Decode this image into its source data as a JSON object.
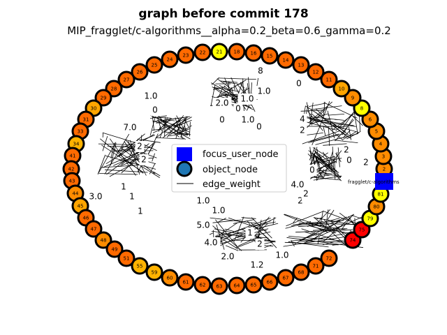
{
  "title": "graph before commit 178",
  "subtitle": "MIP_fragglet/c-algorithms__alpha=0.2_beta=0.6_gamma=0.2",
  "legend": {
    "focus": "focus_user_node",
    "object": "object_node",
    "edge": "edge_weight"
  },
  "colors": {
    "focus_fill": "#0000ff",
    "object_legend_fill": "#1f77b4",
    "ring": "#000000",
    "edge": "#000000"
  },
  "focus_node": {
    "label": "fragglet/c-algorithms"
  },
  "nodes": [
    {
      "id": "2",
      "color": "#ff8c00"
    },
    {
      "id": "3",
      "color": "#ff8c00"
    },
    {
      "id": "4",
      "color": "#ff8c00"
    },
    {
      "id": "5",
      "color": "#ff8c00"
    },
    {
      "id": "6",
      "color": "#ff8c00"
    },
    {
      "id": "8",
      "color": "#ffff00"
    },
    {
      "id": "9",
      "color": "#ff8c00"
    },
    {
      "id": "10",
      "color": "#ffa500"
    },
    {
      "id": "11",
      "color": "#ff6a00"
    },
    {
      "id": "12",
      "color": "#ff6a00"
    },
    {
      "id": "13",
      "color": "#ff6a00"
    },
    {
      "id": "14",
      "color": "#ff6a00"
    },
    {
      "id": "15",
      "color": "#ff6a00"
    },
    {
      "id": "16",
      "color": "#ff6a00"
    },
    {
      "id": "18",
      "color": "#ff6a00"
    },
    {
      "id": "21",
      "color": "#ffff00"
    },
    {
      "id": "22",
      "color": "#ff6a00"
    },
    {
      "id": "23",
      "color": "#ff6a00"
    },
    {
      "id": "24",
      "color": "#ff6a00"
    },
    {
      "id": "25",
      "color": "#ff6a00"
    },
    {
      "id": "26",
      "color": "#ff6a00"
    },
    {
      "id": "27",
      "color": "#ff6a00"
    },
    {
      "id": "28",
      "color": "#ff6a00"
    },
    {
      "id": "29",
      "color": "#ff6a00"
    },
    {
      "id": "30",
      "color": "#ffa500"
    },
    {
      "id": "31",
      "color": "#ff6a00"
    },
    {
      "id": "33",
      "color": "#ff6a00"
    },
    {
      "id": "34",
      "color": "#ffb300"
    },
    {
      "id": "41",
      "color": "#ff6a00"
    },
    {
      "id": "42",
      "color": "#ff6a00"
    },
    {
      "id": "43",
      "color": "#ff6a00"
    },
    {
      "id": "44",
      "color": "#ff8c00"
    },
    {
      "id": "45",
      "color": "#ffa500"
    },
    {
      "id": "46",
      "color": "#ff6a00"
    },
    {
      "id": "47",
      "color": "#ff6a00"
    },
    {
      "id": "48",
      "color": "#ff8c00"
    },
    {
      "id": "49",
      "color": "#ff6a00"
    },
    {
      "id": "51",
      "color": "#ff6a00"
    },
    {
      "id": "55",
      "color": "#ffb300"
    },
    {
      "id": "59",
      "color": "#ffb300"
    },
    {
      "id": "60",
      "color": "#ff8c00"
    },
    {
      "id": "61",
      "color": "#ff6a00"
    },
    {
      "id": "62",
      "color": "#ff6a00"
    },
    {
      "id": "63",
      "color": "#ff6a00"
    },
    {
      "id": "64",
      "color": "#ff6a00"
    },
    {
      "id": "65",
      "color": "#ff6a00"
    },
    {
      "id": "66",
      "color": "#ff6a00"
    },
    {
      "id": "67",
      "color": "#ff6a00"
    },
    {
      "id": "68",
      "color": "#ff6a00"
    },
    {
      "id": "71",
      "color": "#ff6a00"
    },
    {
      "id": "72",
      "color": "#ff6a00"
    },
    {
      "id": "74",
      "color": "#ff0000"
    },
    {
      "id": "75",
      "color": "#ff0000"
    },
    {
      "id": "79",
      "color": "#ffff00"
    },
    {
      "id": "80",
      "color": "#ff8c00"
    },
    {
      "id": "81",
      "color": "#ffff00"
    }
  ],
  "edge_labels": [
    "1.0",
    "1.0",
    "2.0",
    "0",
    "1.0",
    "0",
    "0",
    "7.0",
    "2",
    "2",
    "4",
    "2",
    "4.0",
    "2",
    "2",
    "0",
    "1",
    "1",
    "1",
    "3.0",
    "1.0",
    "1.0",
    "5.0",
    "4.0",
    "2.0",
    "2",
    "1",
    "1.0",
    "1.2",
    "2",
    "0",
    "1.0",
    "0",
    "8",
    "1.0",
    "0",
    "2"
  ]
}
